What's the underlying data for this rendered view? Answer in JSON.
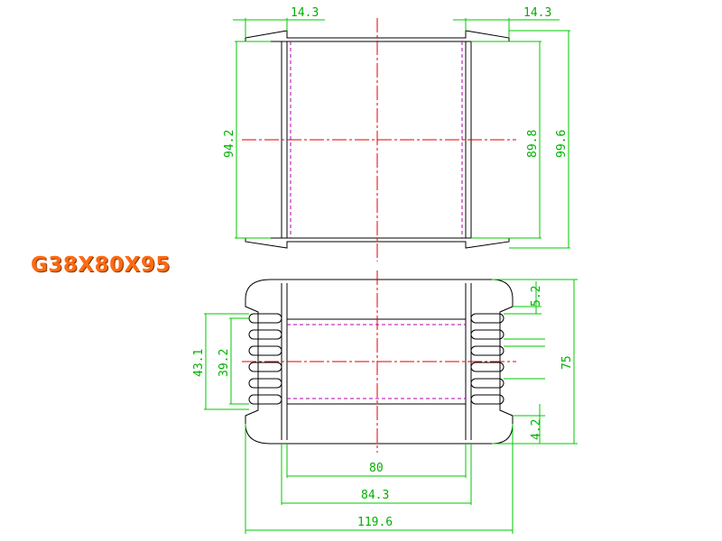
{
  "part_number": "G38X80X95",
  "dimensions": {
    "top_left_flange": "14.3",
    "top_right_flange": "14.3",
    "inner_height": "94.2",
    "window_height": "89.8",
    "overall_height": "99.6",
    "outer_pin_span": "43.1",
    "inner_pin_span": "39.2",
    "tab_top": "5.2",
    "total_depth": "75",
    "tab_bottom": "4.2",
    "core_width": "80",
    "flange_width": "84.3",
    "overall_width": "119.6"
  },
  "colors": {
    "dimension": "#00b000",
    "centerline": "#e00000",
    "hidden_line": "#b000b0",
    "title": "#ff6a10"
  }
}
